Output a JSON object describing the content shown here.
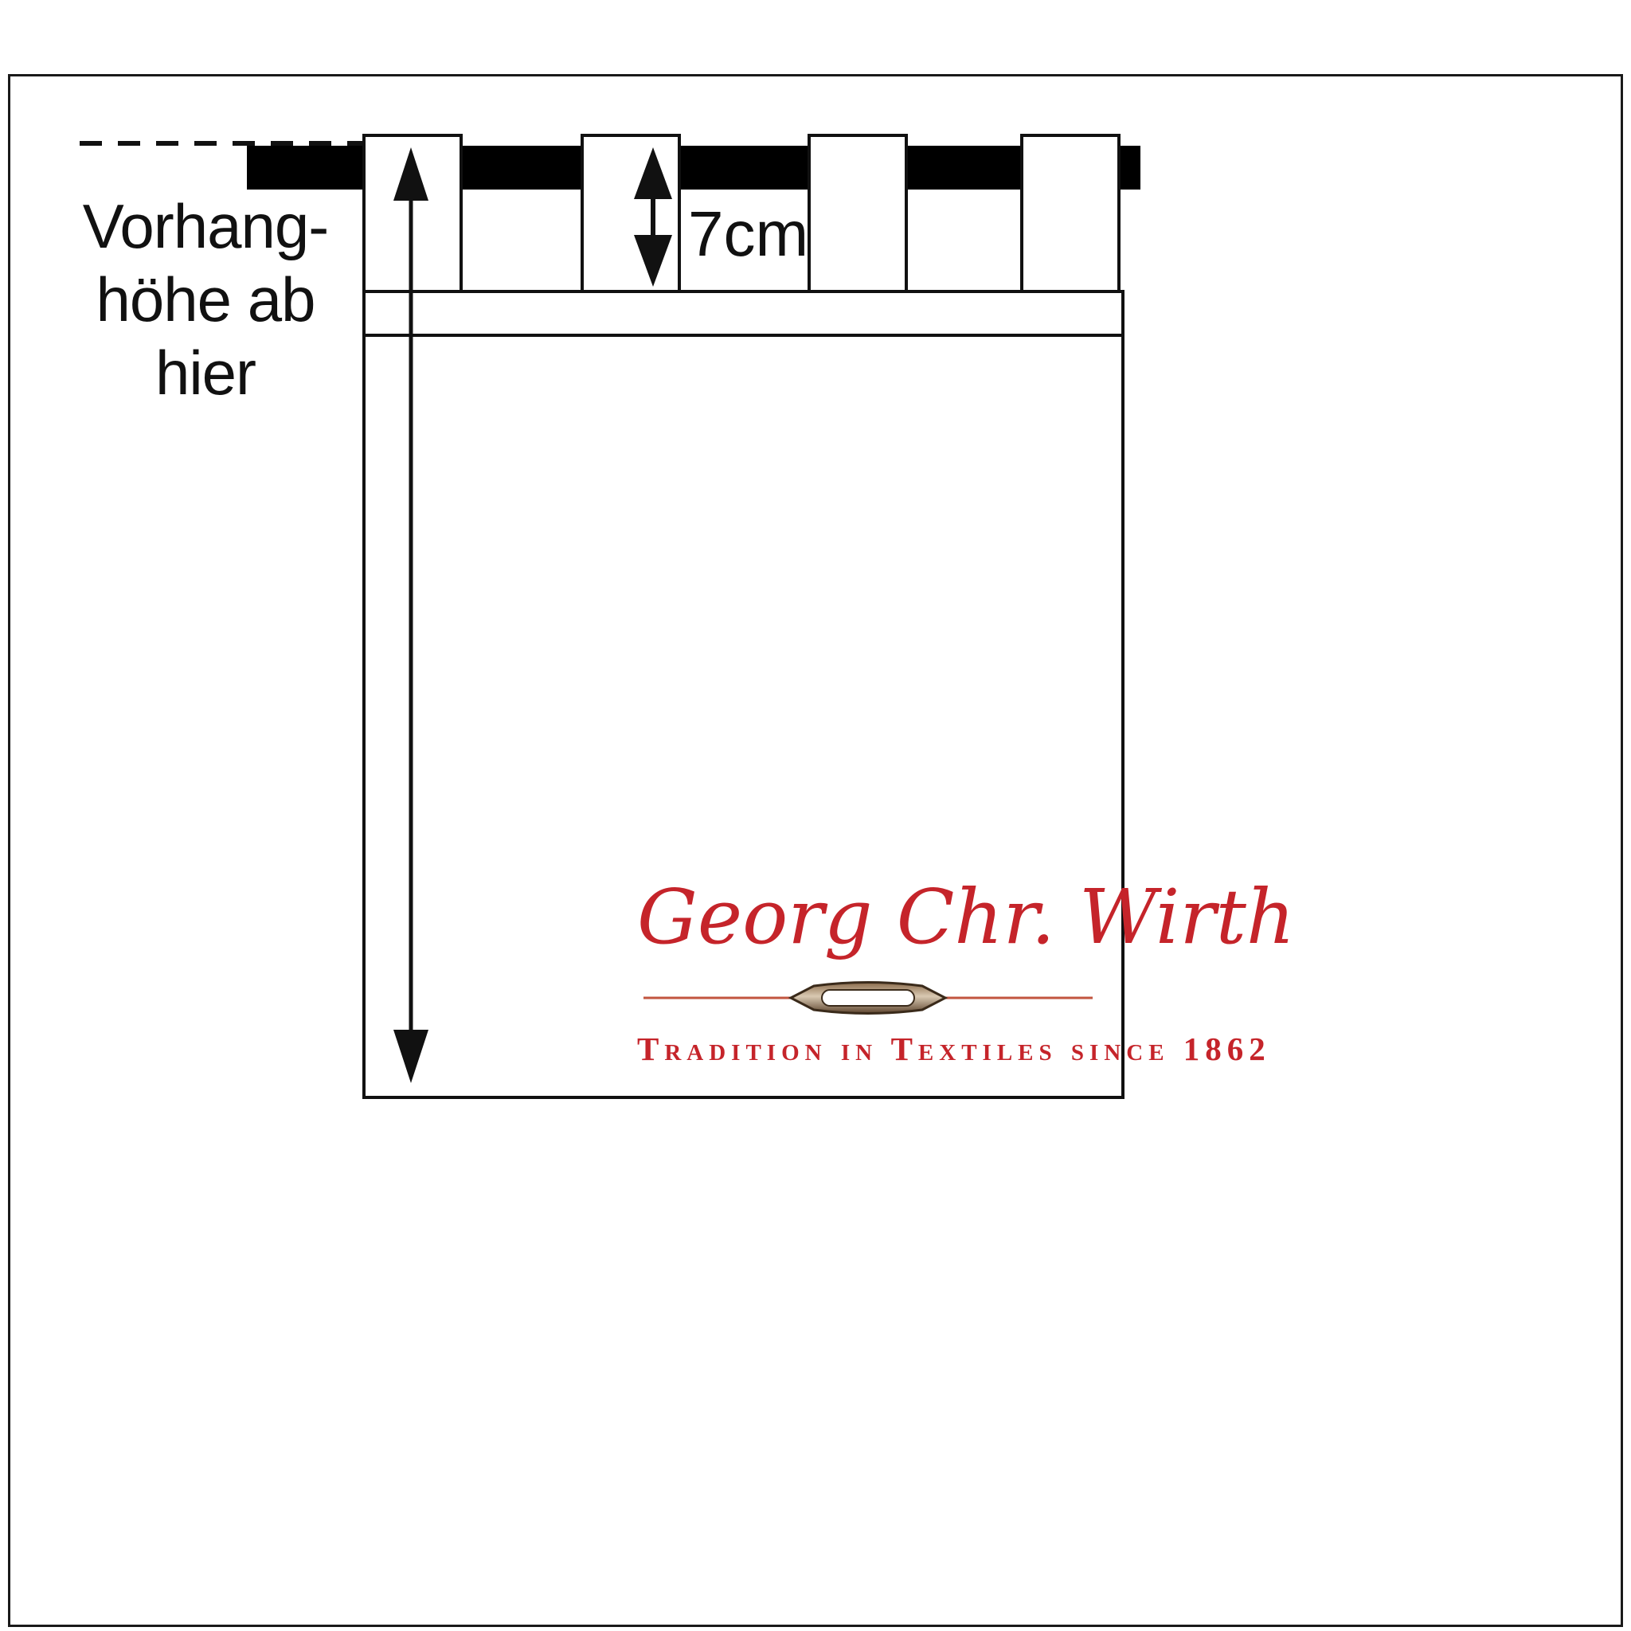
{
  "annotations": {
    "curtain_height_label": "Vorhang-\nhöhe ab\nhier",
    "tab_height_label": "7cm"
  },
  "logo": {
    "brand": "Georg Chr. Wirth",
    "tagline": "Tradition in Textiles since 1862"
  },
  "diagram": {
    "elements": [
      "curtain-rod",
      "tab-loops",
      "curtain-panel",
      "height-measure-arrow",
      "tab-measure-arrow",
      "hang-line-dashed"
    ]
  },
  "colors": {
    "brand_red": "#c5242a",
    "divider_line": "#c2553f",
    "diagram_black": "#000000",
    "background": "#ffffff"
  }
}
